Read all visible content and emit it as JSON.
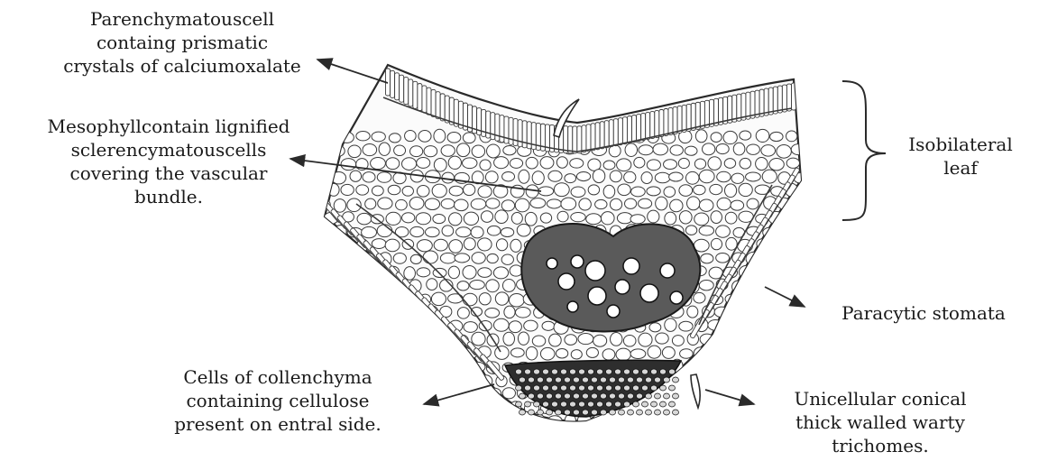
{
  "diagram": {
    "labels": {
      "parenchyma": [
        "Parenchymatouscell",
        "containg prismatic",
        "crystals of calciumoxalate"
      ],
      "mesophyll": [
        "Mesophyllcontain lignified",
        "sclerencymatouscells",
        "covering the vascular",
        "bundle."
      ],
      "isobilateral": [
        "Isobilateral",
        "leaf"
      ],
      "stomata": [
        "Paracytic stomata"
      ],
      "collenchyma": [
        "Cells of collenchyma",
        "containing cellulose",
        "present on entral side."
      ],
      "trichomes": [
        "Unicellular conical",
        "thick walled warty",
        "trichomes."
      ]
    }
  },
  "colors": {
    "ink": "#1a1a1a",
    "cell_outline": "#3a3a3a",
    "background": "#ffffff"
  }
}
